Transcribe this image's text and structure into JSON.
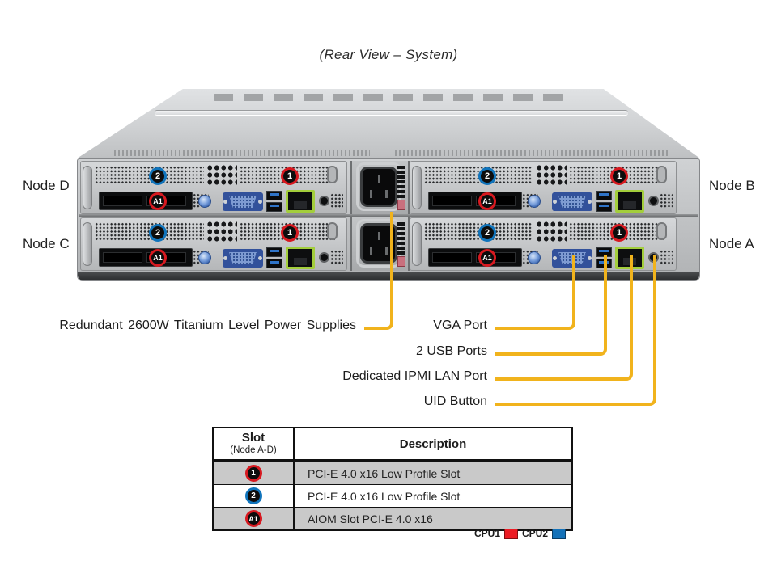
{
  "title": "(Rear View – System)",
  "chassis": {
    "node_labels": {
      "top_left": "Node D",
      "bottom_left": "Node C",
      "top_right": "Node B",
      "bottom_right": "Node A"
    },
    "badge_labels": {
      "slot1": "1",
      "slot2": "2",
      "aiom": "A1"
    },
    "badge_colors": {
      "slot1_ring": "#d71920",
      "slot2_ring": "#1074bc",
      "aiom_ring": "#d71920"
    },
    "port_colors": {
      "vga": "#32519b",
      "ipmi_lan": "#a3ce3c",
      "usb": "#2f74c8"
    }
  },
  "callouts": {
    "line_color": "#f1b31c",
    "psu": "Redundant 2600W Titanium Level Power Supplies",
    "vga": "VGA Port",
    "usb": "2 USB Ports",
    "ipmi": "Dedicated IPMI LAN Port",
    "uid": "UID Button"
  },
  "slot_table": {
    "header": {
      "slot": "Slot",
      "slot_sub": "(Node A-D)",
      "description": "Description"
    },
    "rows": [
      {
        "badge": "1",
        "ring": "red",
        "description": "PCI-E 4.0 x16 Low Profile Slot"
      },
      {
        "badge": "2",
        "ring": "blue",
        "description": "PCI-E 4.0 x16 Low Profile Slot"
      },
      {
        "badge": "A1",
        "ring": "red",
        "description": "AIOM Slot PCI-E 4.0 x16"
      }
    ],
    "row_shade_color": "#c9c9c9"
  },
  "legend": {
    "cpu1_label": "CPU1",
    "cpu1_color": "#ec1c24",
    "cpu2_label": "CPU2",
    "cpu2_color": "#1472b9"
  }
}
